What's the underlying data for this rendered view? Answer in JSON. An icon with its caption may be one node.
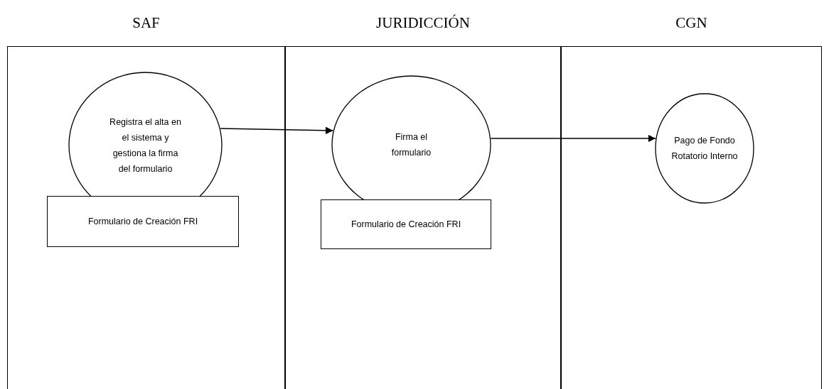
{
  "diagram": {
    "nodes": [
      {
        "text": [
          "SAF"
        ]
      },
      {
        "text": [
          "JURIDICCIÓN"
        ]
      },
      {
        "text": [
          "CGN"
        ]
      },
      {
        "text": [
          "Registra el alta en el sistema y gestiona la firma del formulario"
        ],
        "in": 0
      },
      {
        "text": [
          "Formulario de Creación FRI"
        ],
        "in": 0
      },
      {
        "text": [
          "Firma el formulario"
        ],
        "in": 1
      },
      {
        "text": [
          "Formulario de Creación FRI"
        ],
        "in": 1
      },
      {
        "text": [
          "Pago de Fondo Rotatorio Interno"
        ],
        "in": 2
      }
    ],
    "edges": [
      {
        "from": 3,
        "to": 5,
        "arrow": "to"
      },
      {
        "from": 5,
        "to": 7,
        "arrow": "to"
      }
    ]
  }
}
